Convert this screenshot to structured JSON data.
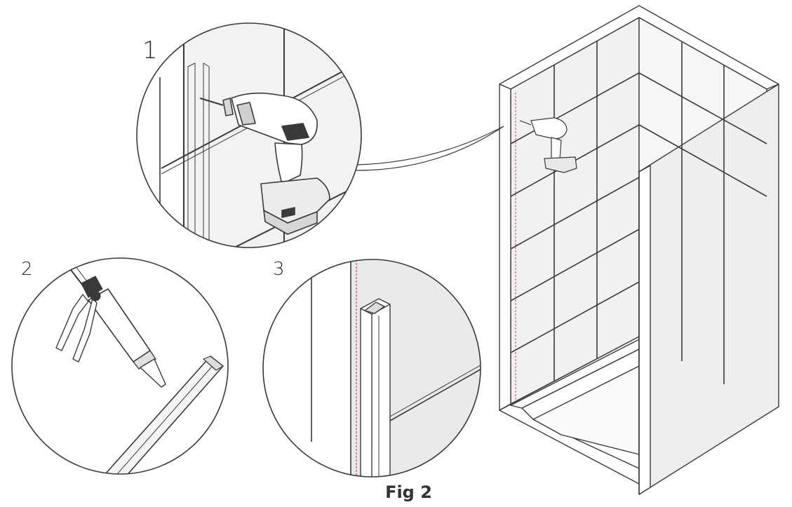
{
  "steps": [
    {
      "number": "1",
      "icon": "drill-icon"
    },
    {
      "number": "2",
      "icon": "caulk-gun-icon"
    },
    {
      "number": "3",
      "icon": "wall-profile-icon"
    }
  ],
  "caption": "Fig 2",
  "colors": {
    "line": "#3a3a3a",
    "tile_fill": "#f3f3f3",
    "wall_fill": "#ececec",
    "shade": "#dcdcdc",
    "marker": "#d94060"
  }
}
